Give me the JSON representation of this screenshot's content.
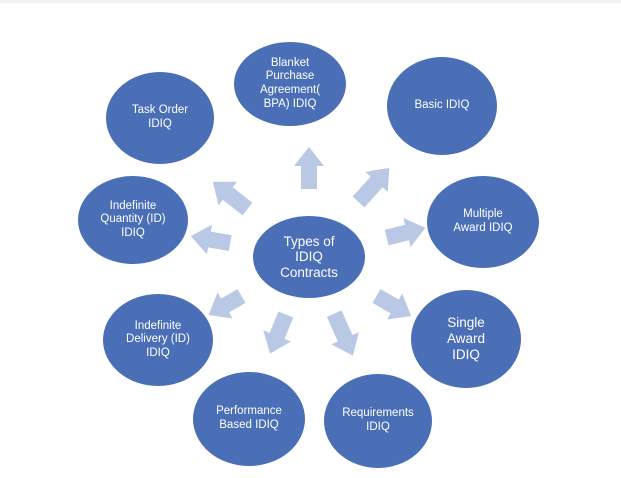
{
  "diagram": {
    "center": {
      "label": "Types of\nIDIQ\nContracts"
    },
    "nodes": [
      {
        "id": "bpa",
        "label": "Blanket\nPurchase\nAgreement(\nBPA) IDIQ"
      },
      {
        "id": "basic",
        "label": "Basic IDIQ"
      },
      {
        "id": "multiple-award",
        "label": "Multiple\nAward IDIQ"
      },
      {
        "id": "single-award",
        "label": "Single\nAward\nIDIQ"
      },
      {
        "id": "requirements",
        "label": "Requirements\nIDIQ"
      },
      {
        "id": "performance-based",
        "label": "Performance\nBased IDIQ"
      },
      {
        "id": "indefinite-delivery",
        "label": "Indefinite\nDelivery (ID)\nIDIQ"
      },
      {
        "id": "indefinite-quantity",
        "label": "Indefinite\nQuantity (ID)\nIDIQ"
      },
      {
        "id": "task-order",
        "label": "Task Order\nIDIQ"
      }
    ],
    "colors": {
      "node_fill": "#4a6fb7",
      "arrow_fill": "#b9c8e4",
      "text": "#ffffff"
    }
  }
}
